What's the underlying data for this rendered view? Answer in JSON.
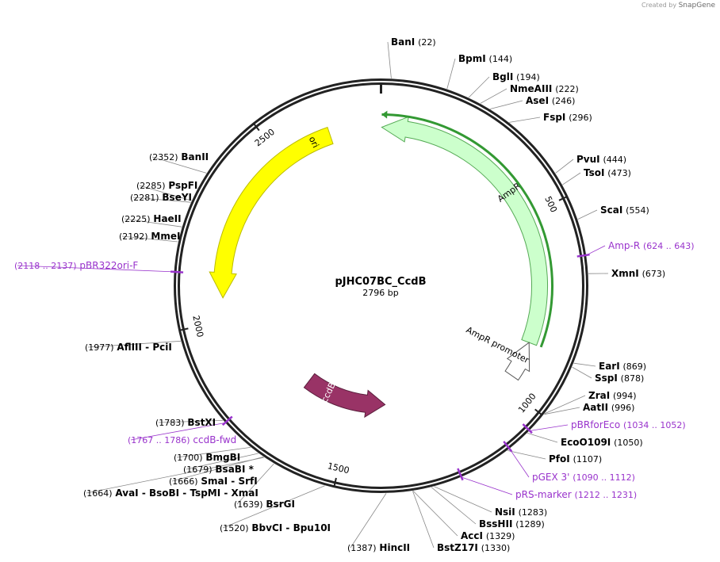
{
  "watermark": {
    "prefix": "Created by",
    "brand": "SnapGene"
  },
  "plasmid": {
    "name": "pJHC07BC_CcdB",
    "length_label": "2796 bp",
    "length": 2796
  },
  "ticks": [
    {
      "label": "500",
      "pos": 500
    },
    {
      "label": "1000",
      "pos": 1000
    },
    {
      "label": "1500",
      "pos": 1500
    },
    {
      "label": "2000",
      "pos": 2000
    },
    {
      "label": "2500",
      "pos": 2500
    }
  ],
  "features": [
    {
      "label": "AmpR",
      "start": 2,
      "end": 862,
      "color": "#ccffcc",
      "stroke": "#55aa55",
      "direction": "reverse"
    },
    {
      "label": "AmpR promoter",
      "start": 862,
      "end": 967,
      "color": "#ffffff",
      "stroke": "#555555",
      "direction": "reverse"
    },
    {
      "label": "ori",
      "start": 2063,
      "end": 2651,
      "color": "#ffff00",
      "stroke": "#bbbb00",
      "direction": "reverse"
    },
    {
      "label": "ccdB",
      "start": 1383,
      "end": 1686,
      "color": "#993366",
      "stroke": "#5a1e3c",
      "direction": "reverse"
    }
  ],
  "orf_color": "#339933",
  "enzymes": [
    {
      "name": "BanI",
      "pos": "(22)"
    },
    {
      "name": "BpmI",
      "pos": "(144)"
    },
    {
      "name": "BglI",
      "pos": "(194)"
    },
    {
      "name": "NmeAIII",
      "pos": "(222)"
    },
    {
      "name": "AseI",
      "pos": "(246)"
    },
    {
      "name": "FspI",
      "pos": "(296)"
    },
    {
      "name": "PvuI",
      "pos": "(444)"
    },
    {
      "name": "TsoI",
      "pos": "(473)"
    },
    {
      "name": "ScaI",
      "pos": "(554)"
    },
    {
      "name": "XmnI",
      "pos": "(673)"
    },
    {
      "name": "EarI",
      "pos": "(869)"
    },
    {
      "name": "SspI",
      "pos": "(878)"
    },
    {
      "name": "ZraI",
      "pos": "(994)"
    },
    {
      "name": "AatII",
      "pos": "(996)"
    },
    {
      "name": "EcoO109I",
      "pos": "(1050)"
    },
    {
      "name": "PfoI",
      "pos": "(1107)"
    },
    {
      "name": "NsiI",
      "pos": "(1283)"
    },
    {
      "name": "BssHII",
      "pos": "(1289)"
    },
    {
      "name": "AccI",
      "pos": "(1329)"
    },
    {
      "name": "BstZ17I",
      "pos": "(1330)"
    },
    {
      "name": "HincII",
      "pos": "(1387)"
    },
    {
      "name": "BbvCI  -  Bpu10I",
      "pos": "(1520)"
    },
    {
      "name": "BsrGI",
      "pos": "(1639)"
    },
    {
      "name": "AvaI   -  BsoBI  -  TspMI  -  XmaI",
      "pos": "(1664)"
    },
    {
      "name": "SmaI   -  SrfI",
      "pos": "(1666)"
    },
    {
      "name": "BsaBI *",
      "pos": "(1679)"
    },
    {
      "name": "BmgBI",
      "pos": "(1700)"
    },
    {
      "name": "BstXI",
      "pos": "(1783)"
    },
    {
      "name": "AflIII   -  PciI",
      "pos": "(1977)"
    },
    {
      "name": "MmeI",
      "pos": "(2192)"
    },
    {
      "name": "HaeII",
      "pos": "(2225)"
    },
    {
      "name": "BseYI",
      "pos": "(2281)"
    },
    {
      "name": "PspFI",
      "pos": "(2285)"
    },
    {
      "name": "BanII",
      "pos": "(2352)"
    }
  ],
  "primers": [
    {
      "name": "Amp-R",
      "range": "(624 .. 643)"
    },
    {
      "name": "pBRforEco",
      "range": "(1034 .. 1052)"
    },
    {
      "name": "pGEX 3'",
      "range": "(1090 .. 1112)"
    },
    {
      "name": "pRS-marker",
      "range": "(1212 .. 1231)"
    },
    {
      "name": "ccdB-fwd",
      "range": "(1767 .. 1786)"
    },
    {
      "name": "pBR322ori-F",
      "range": "(2118 .. 2137)"
    }
  ],
  "primer_color": "#9933cc"
}
